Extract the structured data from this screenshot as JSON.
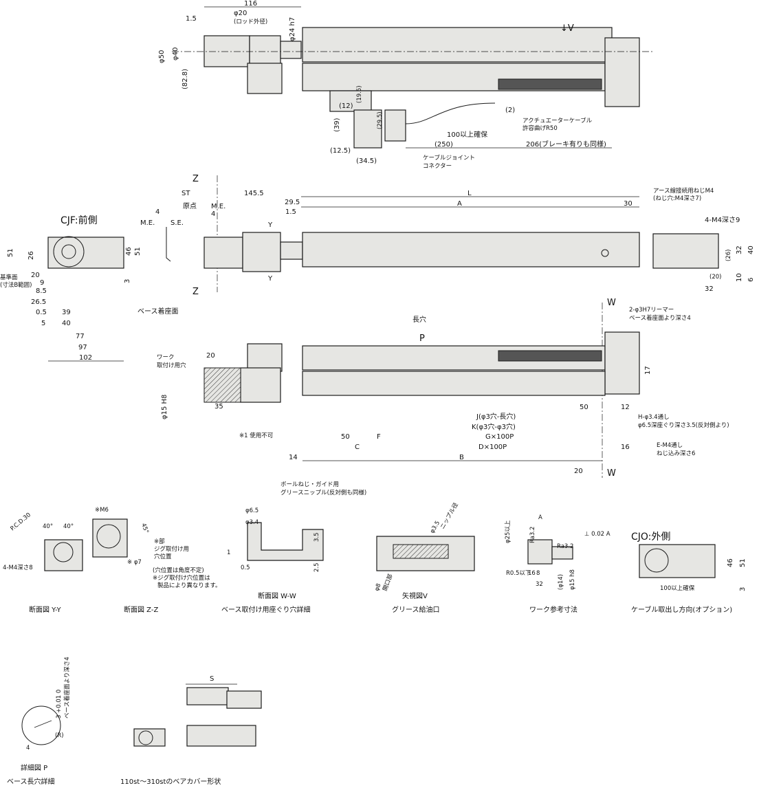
{
  "top": {
    "d116": "116",
    "d1_5": "1.5",
    "phi20": "φ20",
    "rod_od": "(ロッド外径)",
    "phi24h7": "φ24 h7",
    "phi50": "φ50",
    "phi40": "φ40",
    "d82_8": "(82.8)",
    "view_v": "↓V",
    "d12": "(12)",
    "d19_5": "(19.5)",
    "d39": "(39)",
    "d29_5": "(29.5)",
    "d2": "(2)",
    "cable_note1": "アクチュエーターケーブル",
    "cable_note2": "許容曲げR50",
    "d100": "100以上確保",
    "d250": "(250)",
    "d206": "206(ブレーキ有りも同様)",
    "d12_5": "(12.5)",
    "d34_5": "(34.5)",
    "joint_note1": "ケーブルジョイント",
    "joint_note2": "コネクター"
  },
  "side": {
    "z": "Z",
    "st": "ST",
    "d145_5": "145.5",
    "d29_5": "29.5",
    "d1_5": "1.5",
    "L": "L",
    "A": "A",
    "d30": "30",
    "origin": "原点",
    "me": "M.E.",
    "se": "S.E.",
    "d4": "4",
    "y": "Y",
    "earth1": "アース線接続用ねじM4",
    "earth2": "(ねじ穴:M4深さ7)"
  },
  "cjf": {
    "title": "CJF:前側",
    "d51": "51",
    "d26": "26",
    "d46": "46",
    "d3": "3",
    "ref1": "基準面",
    "ref2": "(寸法B範囲)",
    "d20": "20",
    "d9": "9",
    "d8_5": "8.5",
    "d26_5": "26.5",
    "d0_5": "0.5",
    "d39": "39",
    "d5": "5",
    "d40": "40",
    "d77": "77",
    "d97": "97",
    "d102": "102",
    "base": "ベース着座面"
  },
  "endv": {
    "m4": "4-M4深さ9",
    "d26": "(26)",
    "d32": "32",
    "d40": "40",
    "d10": "10",
    "d6": "6",
    "d20": "(20)"
  },
  "plan": {
    "w": "W",
    "reamer1": "2-φ3H7リーマー",
    "reamer2": "ベース着座面より深さ4",
    "slot": "長穴",
    "p": "P",
    "work1": "ワーク",
    "work2": "取付け用穴",
    "d20": "20",
    "phi15": "φ15 H8",
    "d35": "35",
    "d17": "17",
    "d50": "50",
    "d12": "12",
    "J": "J(φ3穴-長穴)",
    "K": "K(φ3穴-φ3穴)",
    "G": "G×100P",
    "D": "D×100P",
    "B": "B",
    "F": "F",
    "C": "C",
    "d14": "14",
    "d16": "16",
    "note1": "※1 使用不可",
    "h1": "H-φ3.4通し",
    "h2": "φ6.5深座ぐり深さ3.5(反対側より)",
    "e1": "E-M4通し",
    "e2": "ねじ込み深さ6"
  },
  "secY": {
    "pcd": "P.C.D.30",
    "a40": "40°",
    "m4": "4-M4深さ8",
    "title": "断面図 Y-Y"
  },
  "secZ": {
    "m6": "※M6",
    "a45": "45°",
    "n1": "※部",
    "n2": "ジグ取付け用",
    "n3": "穴位置",
    "phi7": "※ φ7",
    "n4": "(穴位置は角度不定)",
    "n5": "※ジグ取付け穴位置は",
    "n6": "製品により異なります。",
    "title": "断面図 Z-Z"
  },
  "secW": {
    "phi6_5": "φ6.5",
    "phi3_4": "φ3.4",
    "d1": "1",
    "d0_5": "0.5",
    "d3_5": "3.5",
    "d2_5": "2.5",
    "title1": "断面図 W-W",
    "title2": "ベース取付け用座ぐり穴詳細"
  },
  "viewV": {
    "grease1": "ボールねじ・ガイド用",
    "grease2": "グリースニップル(反対側も同様)",
    "phi3_5": "φ3.5",
    "nipple": "ニップル径",
    "phi8": "φ8",
    "opening": "開口部",
    "title1": "矢視図V",
    "title2": "グリース給油口"
  },
  "work": {
    "phi25": "φ25以上",
    "a": "A",
    "ra1": "Ra3.2",
    "ra2": "Ra3.2",
    "tol": "⊥ 0.02 A",
    "r": "R0.5以下",
    "d16": "16",
    "d8": "8",
    "d32": "32",
    "phi14": "(φ14)",
    "phi15": "φ15 h8",
    "title": "ワーク参考寸法"
  },
  "cjo": {
    "title": "CJO:外側",
    "d46": "46",
    "d51": "51",
    "d3": "3",
    "d100": "100以上確保",
    "caption": "ケーブル取出し方向(オプション)"
  },
  "detP": {
    "depth": "ベース着座面より深さ4",
    "d3": "3 +0.01 0",
    "r": "(R)",
    "d4": "4",
    "title1": "詳細図 P",
    "title2": "ベース長穴詳細"
  },
  "bellows": {
    "s": "S",
    "title": "110st～310stのベアカバー形状"
  }
}
